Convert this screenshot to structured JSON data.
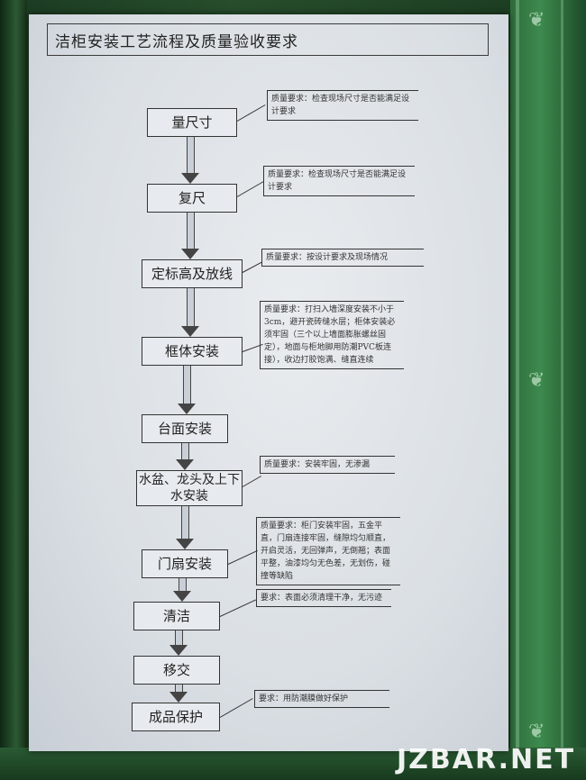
{
  "title": "洁柜安装工艺流程及质量验收要求",
  "steps": [
    {
      "id": "measure",
      "label": "量尺寸"
    },
    {
      "id": "remeasure",
      "label": "复尺"
    },
    {
      "id": "level",
      "label": "定标高及放线"
    },
    {
      "id": "cabinet",
      "label": "框体安装"
    },
    {
      "id": "countertop",
      "label": "台面安装"
    },
    {
      "id": "sink",
      "label": "水盆、龙头及上下水安装"
    },
    {
      "id": "door",
      "label": "门扇安装"
    },
    {
      "id": "clean",
      "label": "清洁"
    },
    {
      "id": "handover",
      "label": "移交"
    },
    {
      "id": "protect",
      "label": "成品保护"
    }
  ],
  "notes": {
    "measure": "质量要求：检查现场尺寸是否能满足设计要求",
    "remeasure": "质量要求：检查现场尺寸是否能满足设计要求",
    "level": "质量要求：按设计要求及现场情况",
    "cabinet": "质量要求：打扫入墙深度安装不小于3cm，避开瓷砖缝水层；柜体安装必须牢固（三个以上墙面膨胀螺丝固定），地面与柜地脚用防潮PVC板连接），收边打胶饱满、缝直连续",
    "sink": "质量要求：安装牢固，无渗漏",
    "door": "质量要求：柜门安装牢固，五金平直，门扇连接牢固，缝隙均匀顺直，开启灵活，无回弹声，无倒翘；表面平整，油漆均匀无色差，无划伤，碰撞等缺陷",
    "clean": "要求：表面必须清理干净，无污迹",
    "protect": "要求：用防潮膜做好保护"
  },
  "watermark": "JZBAR.NET",
  "colors": {
    "board": "#e3e7eb",
    "frame": "#2a5a34"
  }
}
